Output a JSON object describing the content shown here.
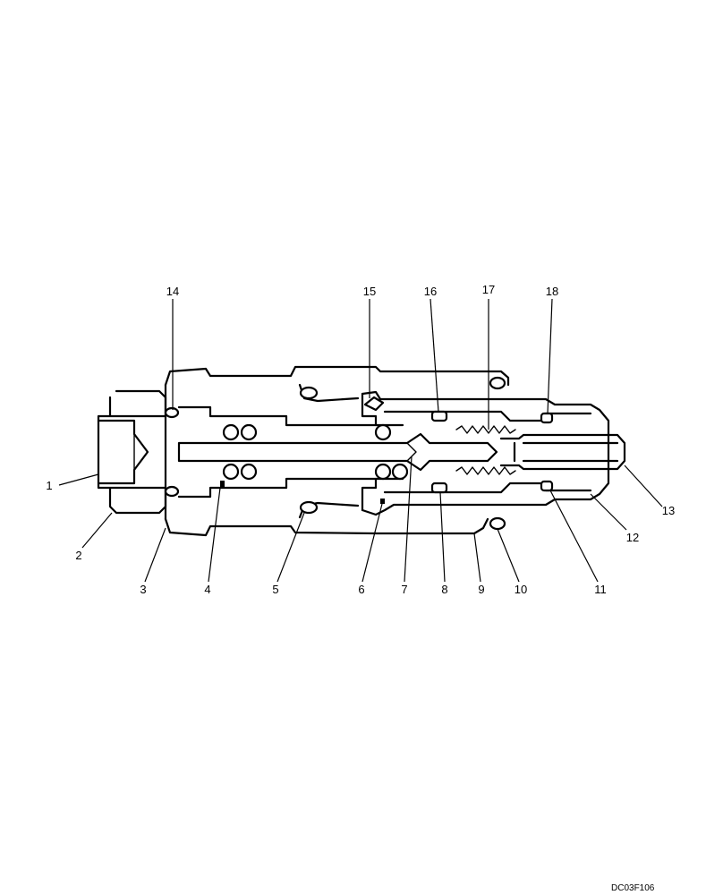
{
  "callouts": [
    "1",
    "2",
    "3",
    "4",
    "5",
    "6",
    "7",
    "8",
    "9",
    "10",
    "11",
    "12",
    "13",
    "14",
    "15",
    "16",
    "17",
    "18"
  ],
  "figure_code": "DC03F106"
}
